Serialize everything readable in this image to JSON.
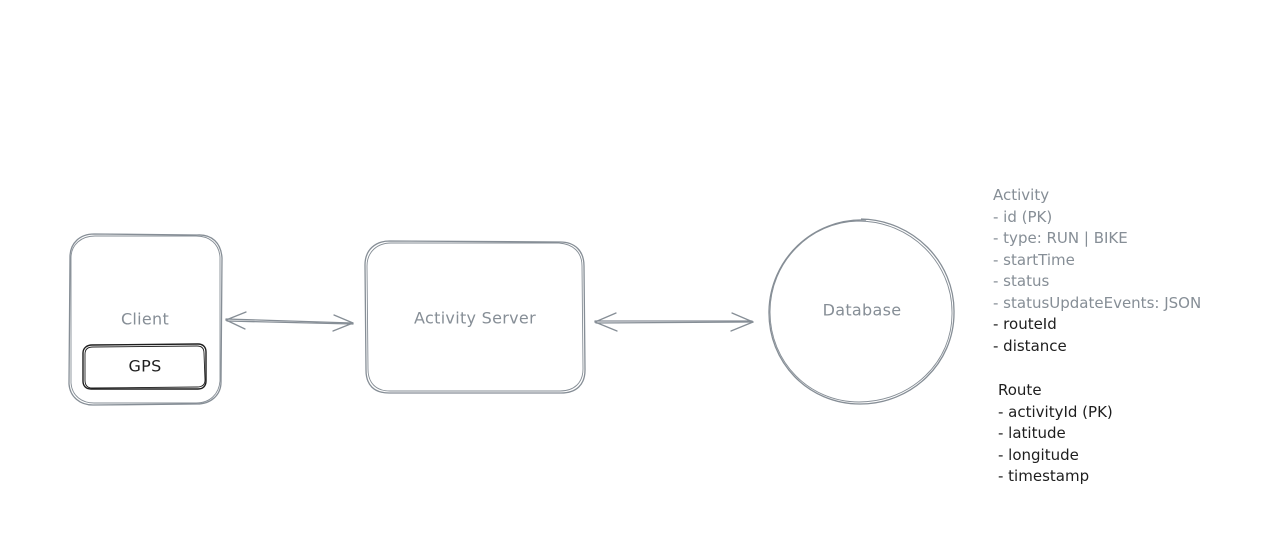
{
  "diagram": {
    "nodes": {
      "client": {
        "label": "Client"
      },
      "gps": {
        "label": "GPS"
      },
      "server": {
        "label": "Activity Server"
      },
      "database": {
        "label": "Database"
      }
    },
    "edges": [
      {
        "from": "client",
        "to": "server",
        "direction": "both"
      },
      {
        "from": "server",
        "to": "database",
        "direction": "both"
      }
    ],
    "schema": {
      "activity": {
        "title": "Activity",
        "fields": [
          "- id (PK)",
          "- type: RUN | BIKE",
          "- startTime",
          "- status",
          "- statusUpdateEvents: JSON"
        ],
        "added_fields": [
          "- routeId",
          "- distance"
        ]
      },
      "route": {
        "title": "Route",
        "fields": [
          "- activityId (PK)",
          "- latitude",
          "- longitude",
          "- timestamp"
        ]
      }
    },
    "colors": {
      "stroke_gray": "#868e96",
      "stroke_dark": "#1e1e1e",
      "background": "#ffffff"
    }
  }
}
